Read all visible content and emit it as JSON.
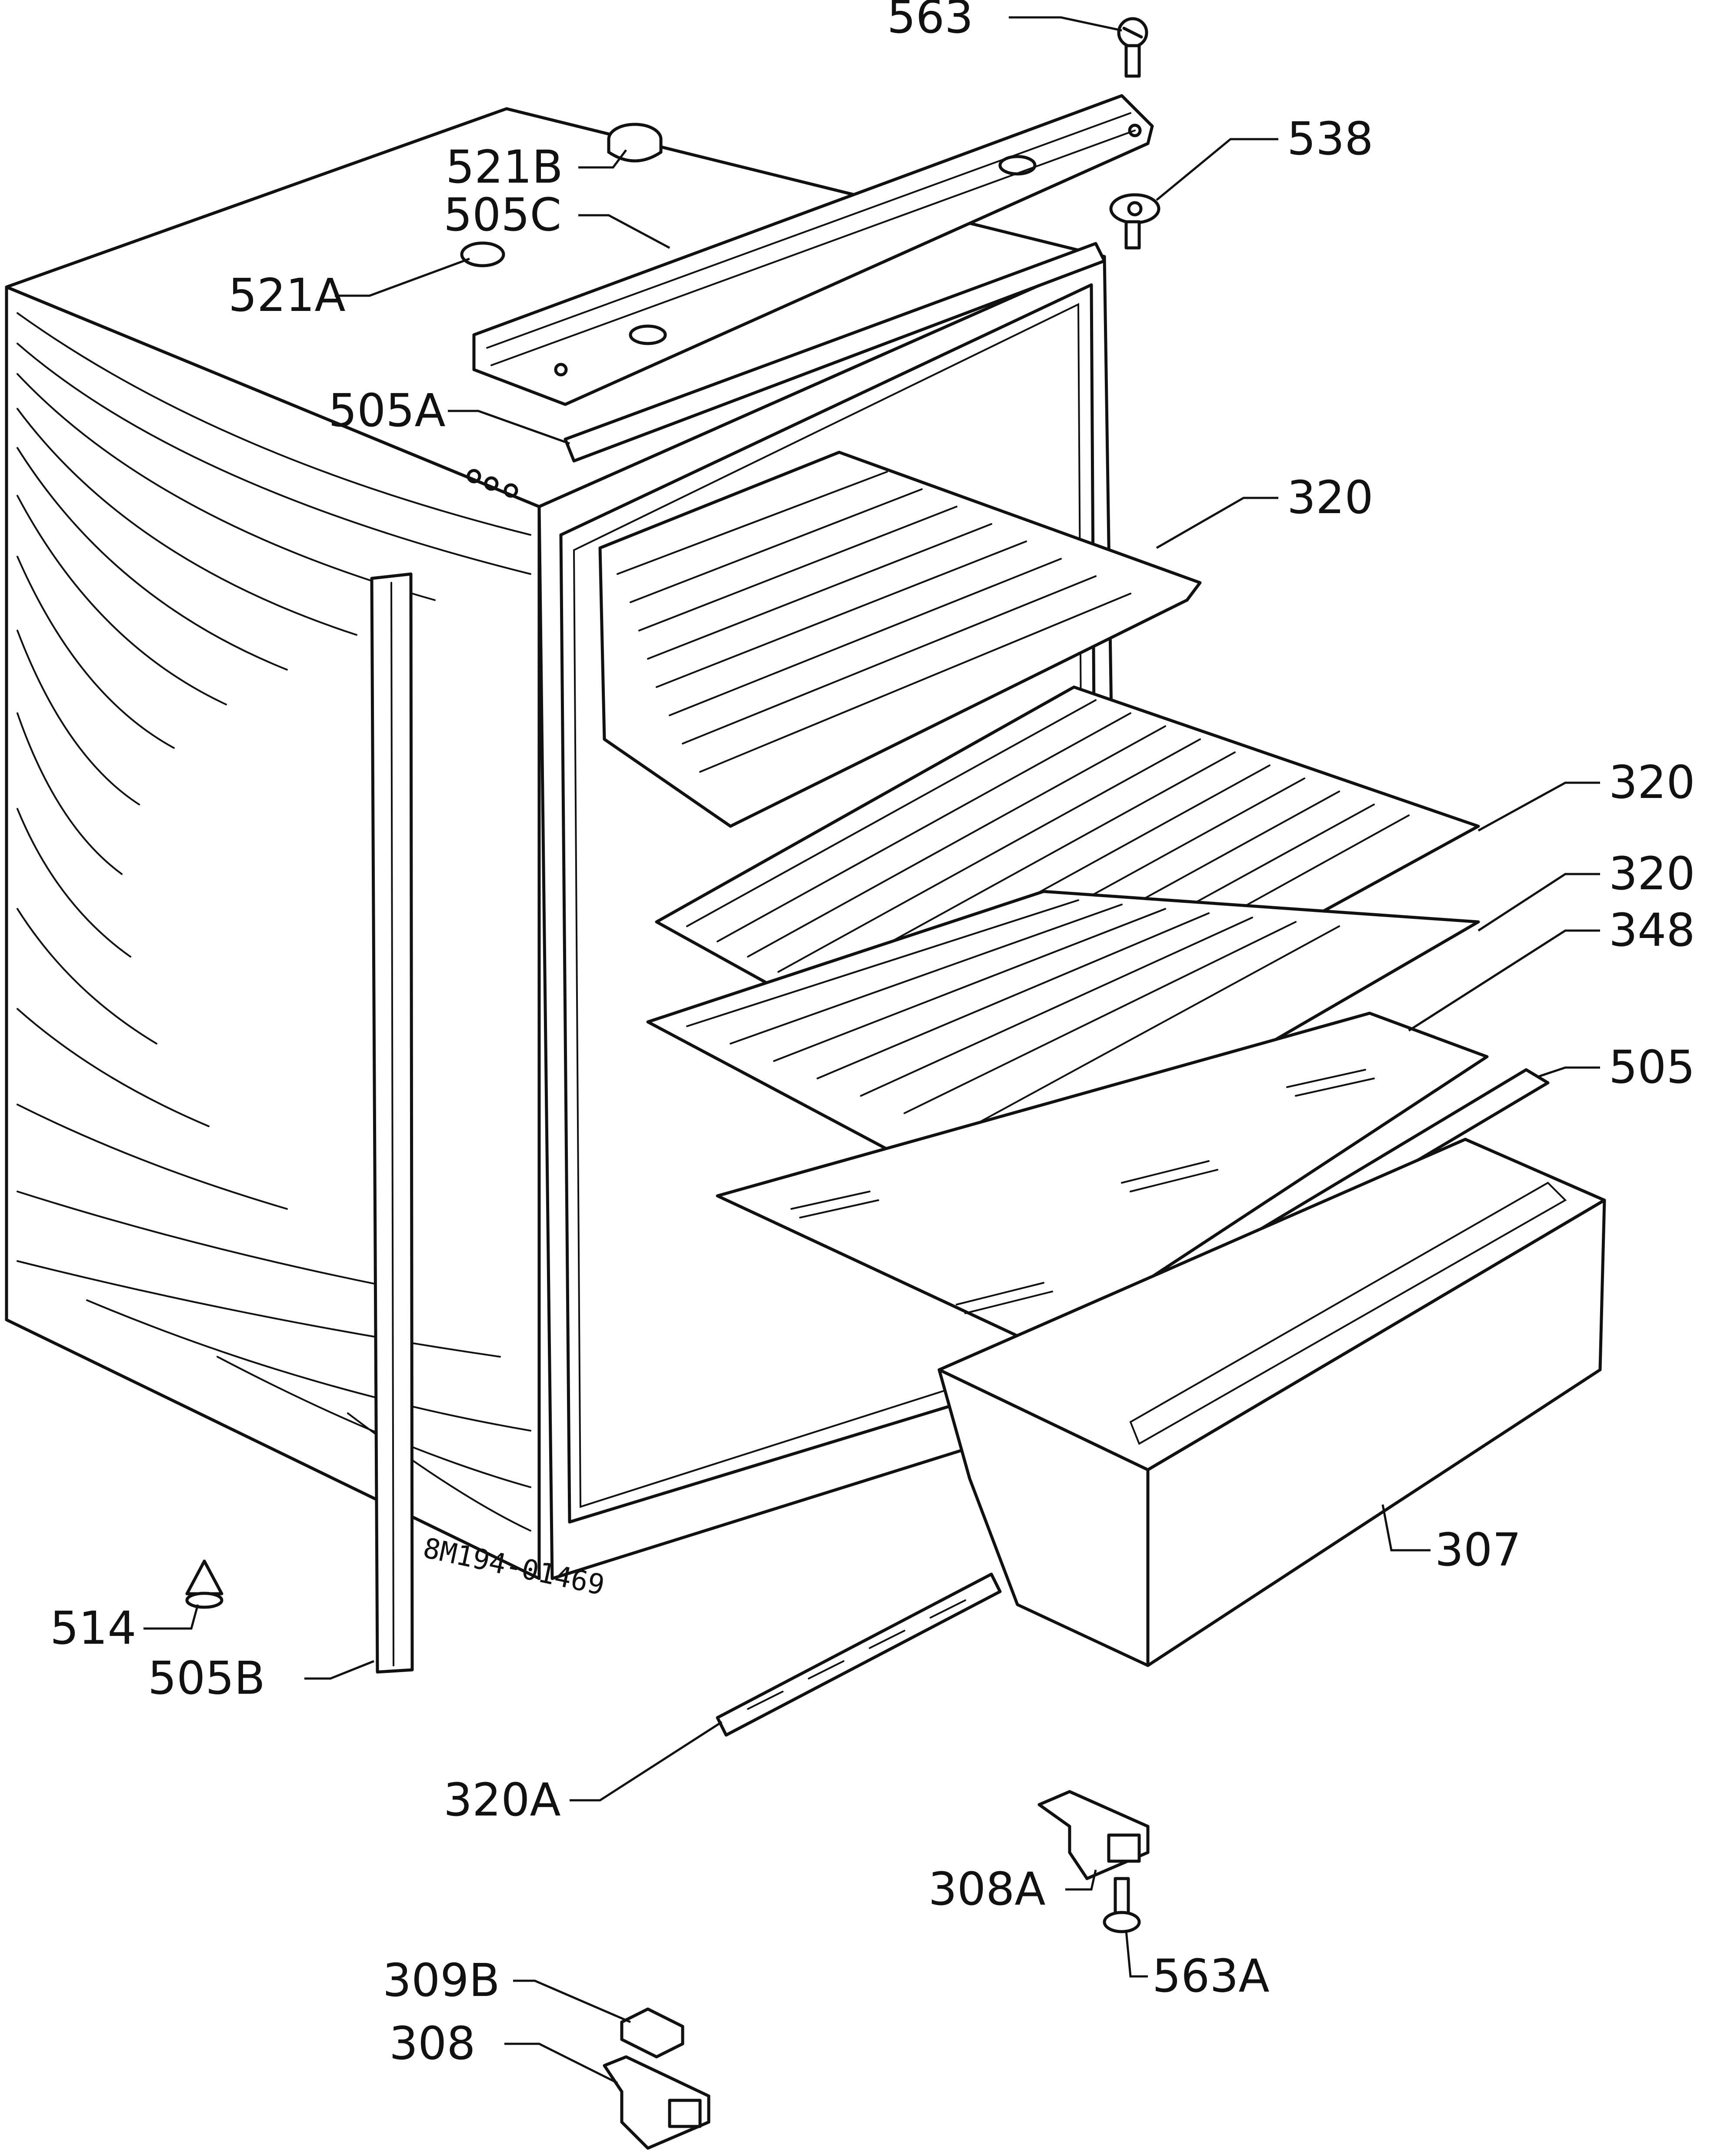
{
  "drawing_code": "8M194-01469",
  "labels": [
    {
      "id": "563",
      "text": "563"
    },
    {
      "id": "521B",
      "text": "521B"
    },
    {
      "id": "538",
      "text": "538"
    },
    {
      "id": "505C",
      "text": "505C"
    },
    {
      "id": "521A",
      "text": "521A"
    },
    {
      "id": "505A",
      "text": "505A"
    },
    {
      "id": "320-top",
      "text": "320"
    },
    {
      "id": "320-mid",
      "text": "320"
    },
    {
      "id": "320-low",
      "text": "320"
    },
    {
      "id": "348",
      "text": "348"
    },
    {
      "id": "505",
      "text": "505"
    },
    {
      "id": "307",
      "text": "307"
    },
    {
      "id": "514",
      "text": "514"
    },
    {
      "id": "505B",
      "text": "505B"
    },
    {
      "id": "320A",
      "text": "320A"
    },
    {
      "id": "308A",
      "text": "308A"
    },
    {
      "id": "563A",
      "text": "563A"
    },
    {
      "id": "309B",
      "text": "309B"
    },
    {
      "id": "308",
      "text": "308"
    }
  ]
}
